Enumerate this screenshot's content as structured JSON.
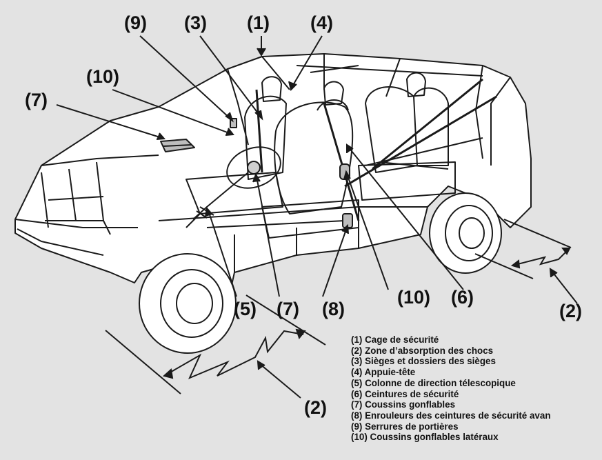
{
  "callouts": {
    "c1": "(1)",
    "c2a": "(2)",
    "c2b": "(2)",
    "c3": "(3)",
    "c4": "(4)",
    "c5": "(5)",
    "c6": "(6)",
    "c7a": "(7)",
    "c7b": "(7)",
    "c8": "(8)",
    "c9": "(9)",
    "c10a": "(10)",
    "c10b": "(10)"
  },
  "legend": [
    "(1) Cage de sécurité",
    "(2) Zone d’absorption des chocs",
    "(3) Sièges et dossiers des sièges",
    "(4) Appuie-tête",
    "(5) Colonne de direction télescopique",
    "(6) Ceintures de sécurité",
    "(7) Coussins gonflables",
    "(8) Enrouleurs des ceintures de sécurité avan",
    "(9) Serrures de portières",
    "(10) Coussins gonflables latéraux"
  ],
  "colors": {
    "background": "#e3e3e3",
    "line": "#1a1a1a",
    "body": "#ffffff"
  }
}
